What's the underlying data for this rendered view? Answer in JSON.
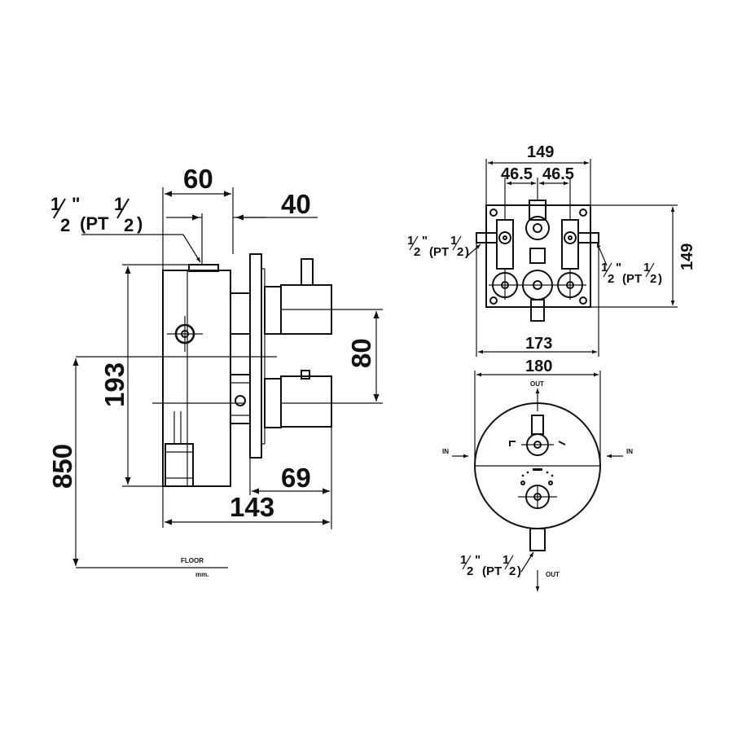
{
  "side_view": {
    "dim_body_depth": "60",
    "dim_plate_offset": "40",
    "dim_handle_spacing": "80",
    "dim_body_height": "193",
    "dim_install_height": "850",
    "dim_handle_projection": "69",
    "dim_total_depth": "143",
    "thread": {
      "half1": "1",
      "half2": "2",
      "pt": "(PT",
      "close": ")"
    },
    "floor_label": "FLOOR",
    "unit_label": "mm."
  },
  "back_view": {
    "dim_width": "149",
    "dim_offset_left": "46.5",
    "dim_offset_right": "46.5",
    "dim_height": "149",
    "dim_plate_width": "173",
    "thread": {
      "half1": "1",
      "half2": "2",
      "pt": "(PT",
      "close": ")"
    }
  },
  "front_view": {
    "dim_diameter": "180",
    "label_out_top": "OUT",
    "label_in_left": "IN",
    "label_in_right": "IN",
    "label_out_bottom": "OUT",
    "thread": {
      "half1": "1",
      "half2": "2",
      "pt": "(PT",
      "close": ")"
    }
  }
}
